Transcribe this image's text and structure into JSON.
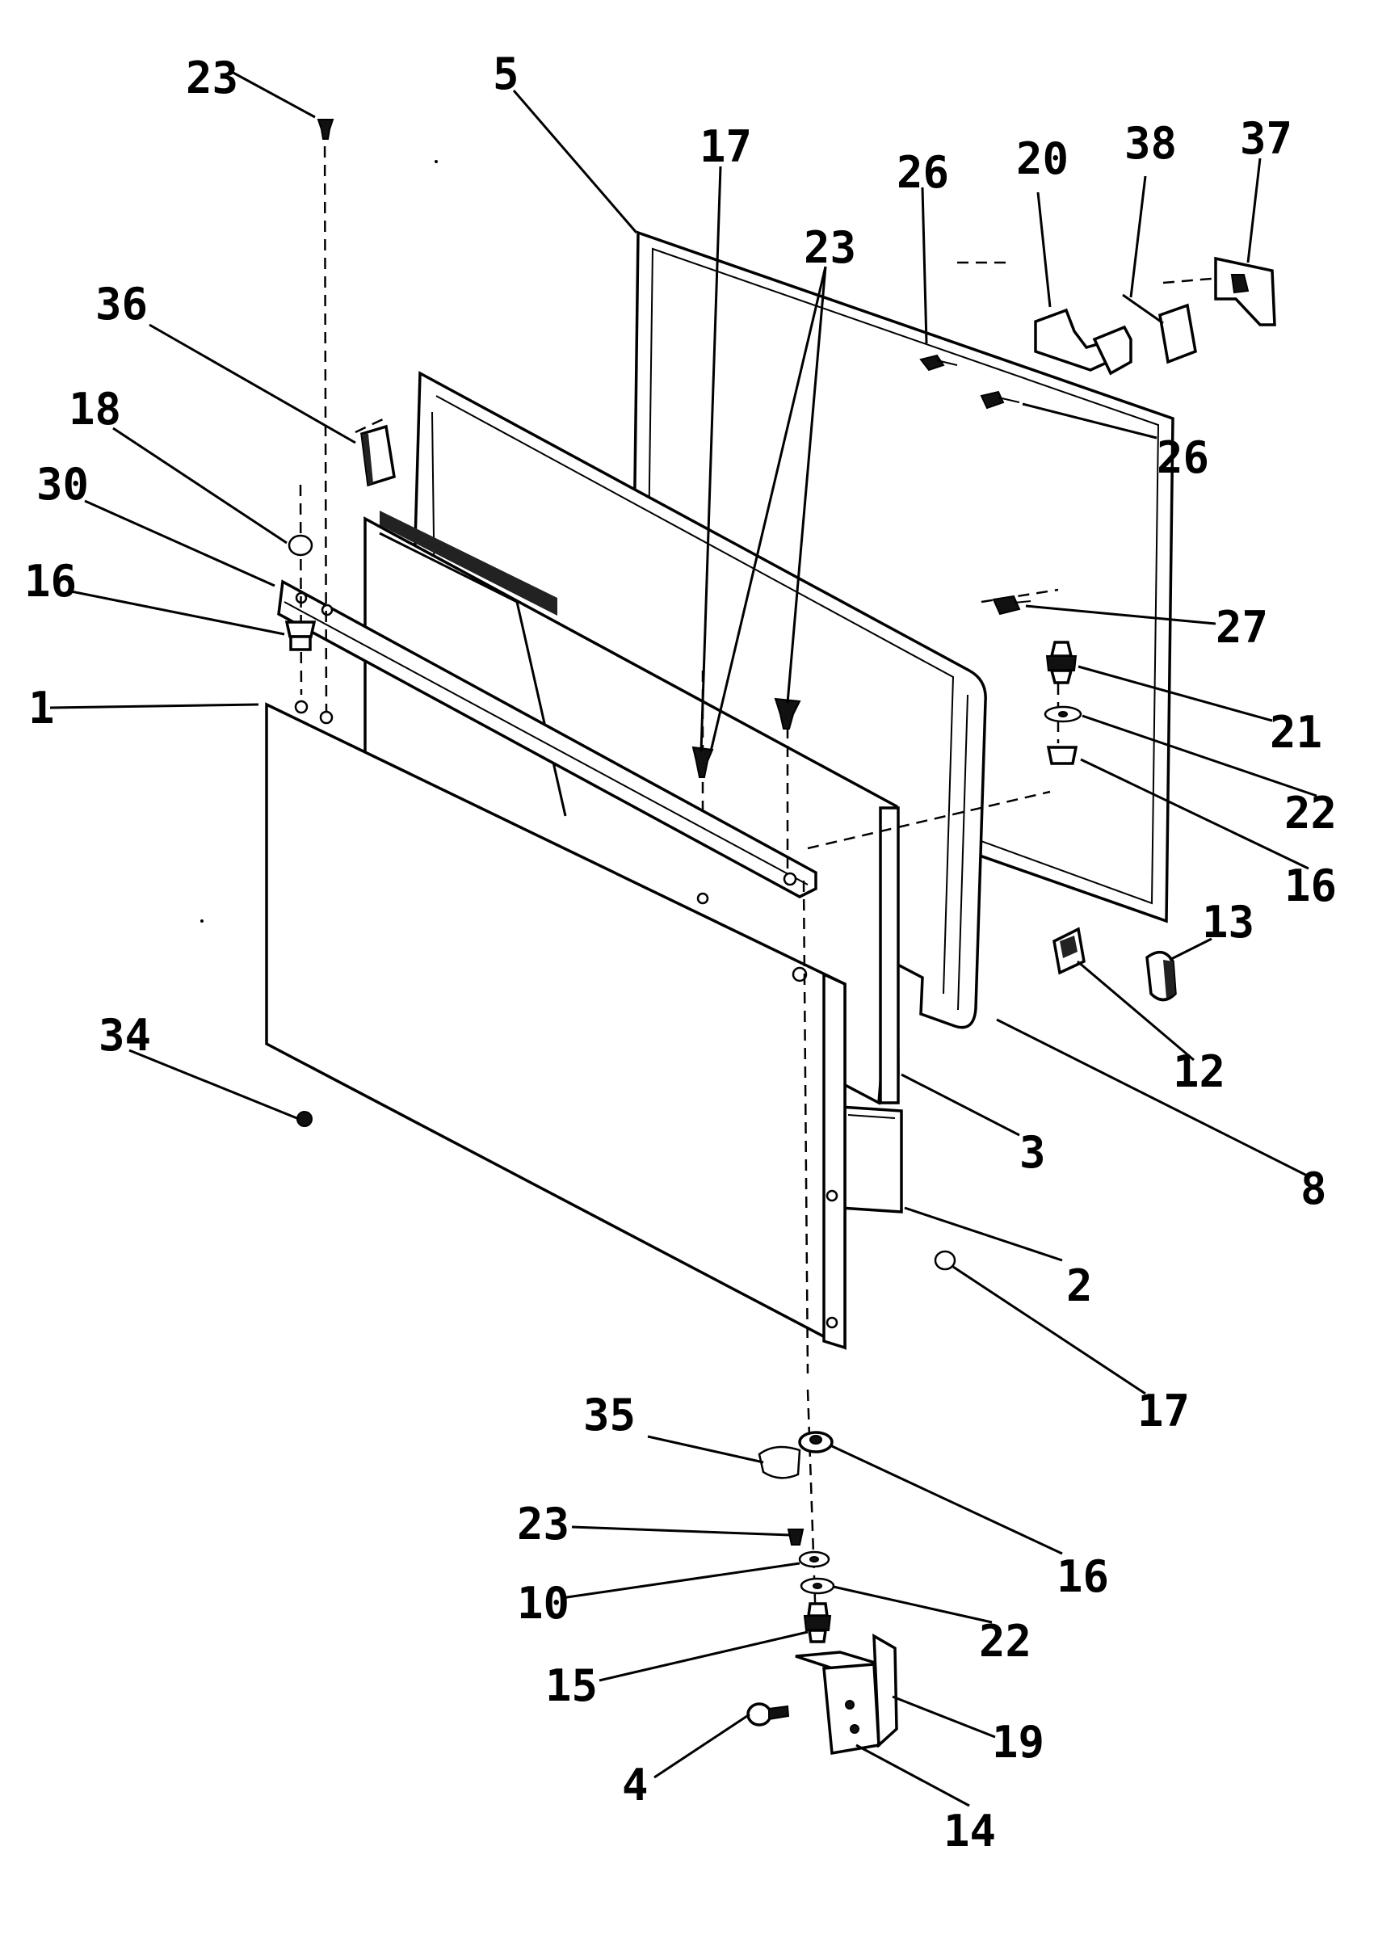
{
  "callouts": {
    "c23a": "23",
    "c5": "5",
    "c17a": "17",
    "c23b": "23",
    "c26a": "26",
    "c20": "20",
    "c38": "38",
    "c37": "37",
    "c36": "36",
    "c18": "18",
    "c30": "30",
    "c16a": "16",
    "c1": "1",
    "c26b": "26",
    "c27": "27",
    "c21": "21",
    "c22a": "22",
    "c16b": "16",
    "c13": "13",
    "c12": "12",
    "c34": "34",
    "c3": "3",
    "c8": "8",
    "c2": "2",
    "c17b": "17",
    "c35": "35",
    "c16c": "16",
    "c23c": "23",
    "c10": "10",
    "c22b": "22",
    "c15": "15",
    "c19": "19",
    "c4": "4",
    "c14": "14"
  }
}
